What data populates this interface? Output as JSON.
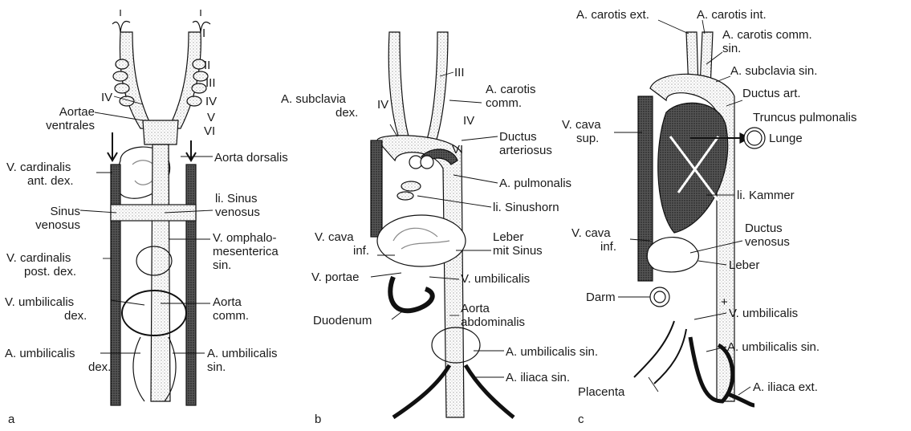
{
  "panels": {
    "a": {
      "letter": "a",
      "arch_numerals": {
        "I": "I",
        "II": "II",
        "III": "III",
        "IV_right": "IV",
        "V": "V",
        "VI": "VI",
        "IV_left": "IV"
      },
      "labels": {
        "aortae_ventrales_1": "Aortae",
        "aortae_ventrales_2": "ventrales",
        "aorta_dorsalis": "Aorta dorsalis",
        "v_cardinalis_ant_1": "V. cardinalis",
        "v_cardinalis_ant_2": "ant. dex.",
        "li_sinus_1": "li. Sinus",
        "li_sinus_2": "venosus",
        "sinus_venosus_1": "Sinus",
        "sinus_venosus_2": "venosus",
        "v_omphalo_1": "V. omphalo-",
        "v_omphalo_2": "mesenterica",
        "v_omphalo_3": "sin.",
        "v_cardinalis_post_1": "V. cardinalis",
        "v_cardinalis_post_2": "post. dex.",
        "v_umbilicalis_1": "V. umbilicalis",
        "v_umbilicalis_2": "dex.",
        "aorta_comm_1": "Aorta",
        "aorta_comm_2": "comm.",
        "a_umbilicalis_dex_1": "A. umbilicalis",
        "a_umbilicalis_dex_2": "dex.",
        "a_umbilicalis_sin_1": "A. umbilicalis",
        "a_umbilicalis_sin_2": "sin."
      }
    },
    "b": {
      "letter": "b",
      "labels": {
        "iii": "III",
        "a_subclavia_1": "A. subclavia",
        "a_subclavia_2": "dex.",
        "iv_left": "IV",
        "iv_right": "IV",
        "vi": "VI",
        "a_carotis_1": "A. carotis",
        "a_carotis_2": "comm.",
        "ductus_1": "Ductus",
        "ductus_2": "arteriosus",
        "a_pulmonalis": "A. pulmonalis",
        "li_sinushorn": "li. Sinushorn",
        "v_cava_1": "V. cava",
        "v_cava_2": "inf.",
        "leber_1": "Leber",
        "leber_2": "mit Sinus",
        "v_portae": "V. portae",
        "v_umbilicalis": "V. umbilicalis",
        "duodenum": "Duodenum",
        "aorta_abd_1": "Aorta",
        "aorta_abd_2": "abdominalis",
        "a_umbilicalis_sin": "A. umbilicalis sin.",
        "a_iliaca_sin": "A. iliaca sin."
      }
    },
    "c": {
      "letter": "c",
      "labels": {
        "a_carotis_ext": "A. carotis ext.",
        "a_carotis_int": "A. carotis int.",
        "a_carotis_comm_1": "A. carotis comm.",
        "a_carotis_comm_2": "sin.",
        "a_subclavia_sin": "A. subclavia sin.",
        "ductus_art": "Ductus art.",
        "v_cava_sup_1": "V. cava",
        "v_cava_sup_2": "sup.",
        "truncus": "Truncus pulmonalis",
        "lunge": "Lunge",
        "li_kammer": "li. Kammer",
        "ductus_ven_1": "Ductus",
        "ductus_ven_2": "venosus",
        "v_cava_inf_1": "V. cava",
        "v_cava_inf_2": "inf.",
        "leber": "Leber",
        "darm": "Darm",
        "plus": "+",
        "v_umbilicalis": "V. umbilicalis",
        "a_umbilicalis_sin": "A. umbilicalis sin.",
        "placenta": "Placenta",
        "a_iliaca_ext": "A. iliaca ext."
      }
    }
  }
}
